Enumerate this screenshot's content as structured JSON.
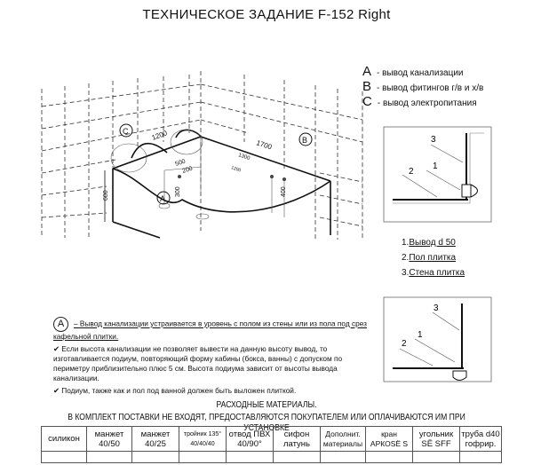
{
  "title": "ТЕХНИЧЕСКОЕ ЗАДАНИЕ  F-152 Right",
  "legend": [
    {
      "key": "A",
      "text": "- вывод канализации"
    },
    {
      "key": "B",
      "text": "- вывод фитингов г/в и х/в"
    },
    {
      "key": "C",
      "text": "- вывод электропитания"
    }
  ],
  "drawing": {
    "markers": [
      "A",
      "B",
      "C"
    ],
    "dimensions": [
      "1200",
      "1700",
      "1300",
      "1200",
      "500",
      "200",
      "300",
      "400",
      "600"
    ]
  },
  "detail_labels": [
    "1",
    "2",
    "3"
  ],
  "detail_items": [
    {
      "num": "1.",
      "text": "Вывод d 50"
    },
    {
      "num": "2.",
      "text": "Пол плитка"
    },
    {
      "num": "3.",
      "text": "Стена плитка"
    }
  ],
  "notes": {
    "marker": "A",
    "main": "– Вывод канализации устраивается в уровень с полом из стены или из пола под срез кафельной плитки.",
    "items": [
      "Если высота канализации не позволяет вывести на данную высоту вывод, то изготавливается подиум, повторяющий форму кабины (бокса, ванны) с допуском по периметру приблизительно плюс 5 см. Высота подиума зависит от высоты вывода канализации.",
      "Подиум, также как и пол под ванной должен быть выложен плиткой."
    ]
  },
  "materials": {
    "heading": "РАСХОДНЫЕ МАТЕРИАЛЫ.",
    "subheading": "В КОМПЛЕКТ ПОСТАВКИ НЕ ВХОДЯТ, ПРЕДОСТАВЛЯЮТСЯ ПОКУПАТЕЛЕМ ИЛИ ОПЛАЧИВАЮТСЯ ИМ ПРИ УСТАНОВКЕ",
    "columns": [
      [
        "силикон",
        ""
      ],
      [
        "манжет",
        "40/50"
      ],
      [
        "манжет",
        "40/25"
      ],
      [
        "тройник 135°",
        "40/40/40"
      ],
      [
        "отвод ПВХ",
        "40/90°"
      ],
      [
        "сифон",
        "латунь"
      ],
      [
        "Дополнит.",
        "материалы"
      ],
      [
        "кран",
        "АРКОSЁ S"
      ],
      [
        "угольник",
        "SЁ SFF"
      ],
      [
        "труба d40",
        "гофрир."
      ]
    ]
  }
}
